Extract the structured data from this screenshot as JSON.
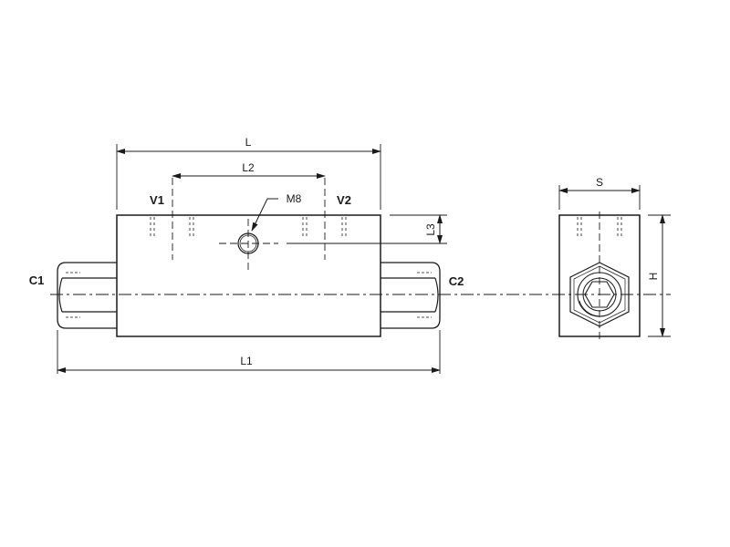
{
  "drawing": {
    "type": "technical-drawing",
    "subject": "dual pilot check valve",
    "views": [
      "side-view",
      "end-view"
    ],
    "line_color": "#1a1a1a",
    "background": "#ffffff"
  },
  "side_view": {
    "dimensions": {
      "overall_body_length": "L",
      "port_spacing": "L2",
      "total_length": "L1",
      "mount_hole_offset": "L3"
    },
    "ports": {
      "left_inlet": "C1",
      "right_inlet": "C2",
      "valve_port_1": "V1",
      "valve_port_2": "V2"
    },
    "mounting_thread": "M8"
  },
  "end_view": {
    "dimensions": {
      "width": "S",
      "height": "H"
    }
  }
}
